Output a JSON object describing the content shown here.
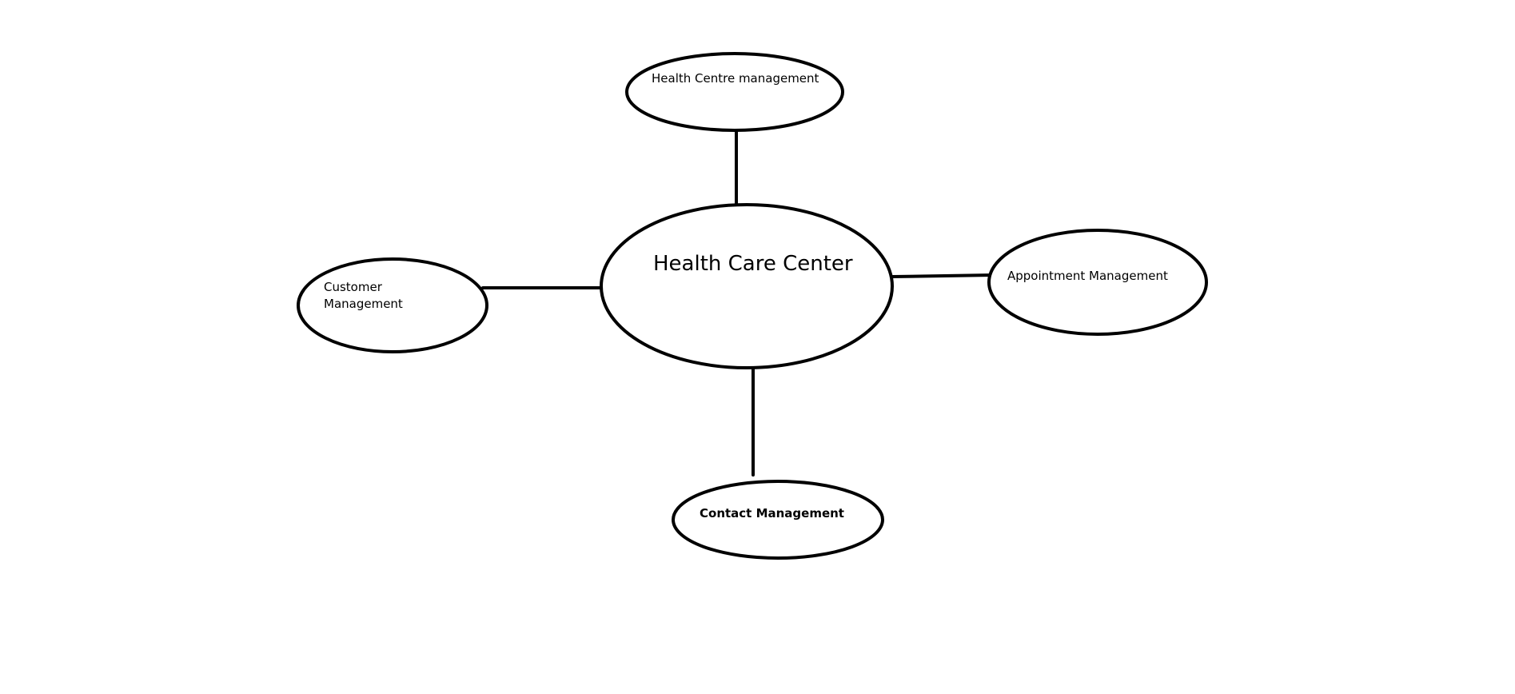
{
  "diagram": {
    "center": {
      "label": "Health Care Center"
    },
    "nodes": {
      "top": {
        "label": "Health Centre management"
      },
      "left": {
        "line1": "Customer",
        "line2": "Management"
      },
      "right": {
        "label": "Appointment Management"
      },
      "bottom": {
        "label": "Contact Management"
      }
    },
    "colors": {
      "stroke": "#000000",
      "background": "#ffffff",
      "text": "#000000"
    }
  }
}
